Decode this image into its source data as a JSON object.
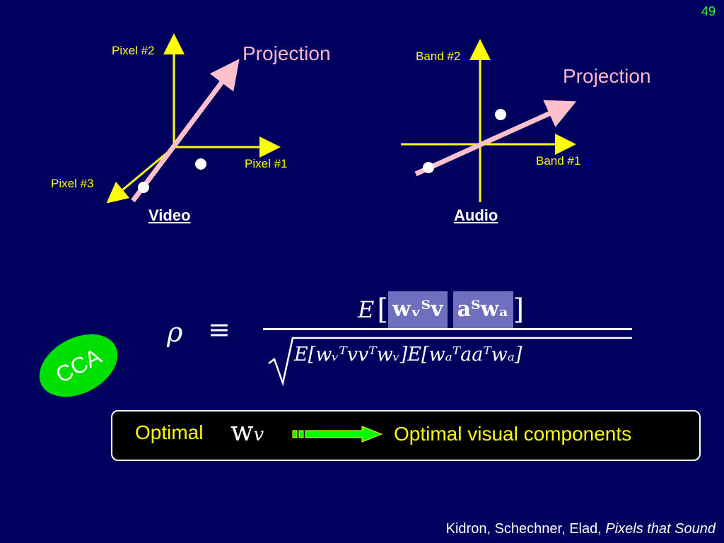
{
  "slide_number": "49",
  "video_diagram": {
    "axis_y_label": "Pixel #2",
    "axis_x_label": "Pixel #1",
    "axis_z_label": "Pixel #3",
    "projection_label": "Projection",
    "title": "Video"
  },
  "audio_diagram": {
    "axis_y_label": "Band #2",
    "axis_x_label": "Band #1",
    "projection_label": "Projection",
    "title": "Audio"
  },
  "equation": {
    "lhs": "ρ",
    "equiv": "≡",
    "numerator_E": "E",
    "numerator_box1": "wᵥᵀv",
    "numerator_box2": "aᵀwₐ",
    "denominator": "E[wᵥᵀvvᵀwᵥ]E[wₐᵀaaᵀwₐ]",
    "highlight_color": "#6f6fbf"
  },
  "cca_badge": "CCA",
  "optimal_box": {
    "left_text": "Optimal",
    "symbol": "w",
    "symbol_sub": "v",
    "right_text": "Optimal visual components"
  },
  "credit": {
    "authors": "Kidron, Schechner, Elad,",
    "title": "Pixels that Sound"
  },
  "colors": {
    "background": "#00005e",
    "axis": "#ffff00",
    "projection": "#ffc0cb",
    "badge": "#00e000",
    "arrow": "#00ff00"
  }
}
